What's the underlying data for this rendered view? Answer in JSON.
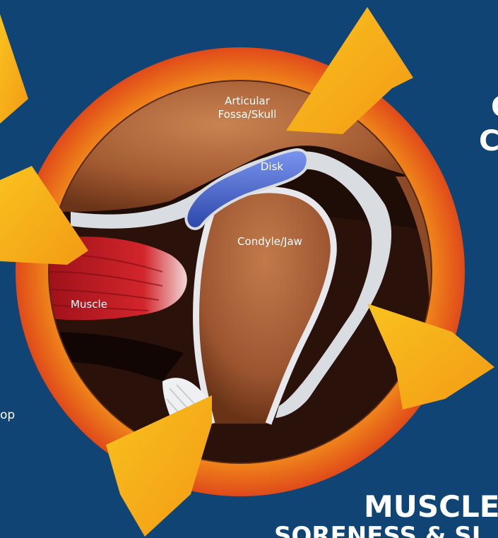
{
  "labels": {
    "fossa_line1": "Articular",
    "fossa_line2": "Fossa/Skull",
    "disk": "Disk",
    "condyle": "Condyle/Jaw",
    "muscle": "Muscle"
  },
  "edge_text": {
    "left_fragment": "op",
    "right_top_1": "C",
    "right_top_2": "C",
    "bottom_line1": "MUSCLE",
    "bottom_line2": "SORENESS & SL"
  },
  "colors": {
    "background": "#0f4474",
    "ring_outer": "#e8551c",
    "ring_inner": "#f7a21b",
    "arrow": "#f6b716",
    "bone": "#a85c34",
    "disk": "#3f5fc8",
    "muscle": "#c4202a",
    "ligament": "#d9dde2"
  }
}
